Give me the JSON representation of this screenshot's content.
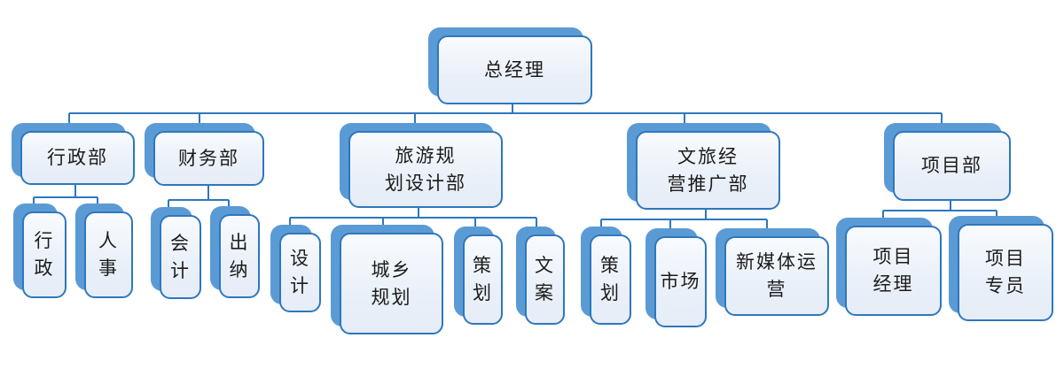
{
  "colors": {
    "shadow_blue": "#5b9bd5",
    "border_blue": "#2e77be",
    "connector_blue": "#2e77be",
    "box_fill_light": "#eaf0f9",
    "text": "#1c1c1c",
    "background": "#ffffff"
  },
  "org": {
    "root": {
      "name": "总经理",
      "lines": [
        "总经理"
      ]
    },
    "departments": [
      {
        "name": "行政部",
        "lines": [
          "行政部"
        ],
        "children": [
          {
            "name": "行政",
            "lines": [
              "行",
              "政"
            ]
          },
          {
            "name": "人事",
            "lines": [
              "人",
              "事"
            ]
          }
        ]
      },
      {
        "name": "财务部",
        "lines": [
          "财务部"
        ],
        "children": [
          {
            "name": "会计",
            "lines": [
              "会",
              "计"
            ]
          },
          {
            "name": "出纳",
            "lines": [
              "出",
              "纳"
            ]
          }
        ]
      },
      {
        "name": "旅游规划设计部",
        "lines": [
          "旅游规",
          "划设计部"
        ],
        "children": [
          {
            "name": "设计",
            "lines": [
              "设",
              "计"
            ]
          },
          {
            "name": "城乡规划",
            "lines": [
              "城乡",
              "规划"
            ]
          },
          {
            "name": "策划",
            "lines": [
              "策",
              "划"
            ]
          },
          {
            "name": "文案",
            "lines": [
              "文",
              "案"
            ]
          }
        ]
      },
      {
        "name": "文旅经营推广部",
        "lines": [
          "文旅经",
          "营推广部"
        ],
        "children": [
          {
            "name": "策划",
            "lines": [
              "策",
              "划"
            ]
          },
          {
            "name": "市场",
            "lines": [
              "市场"
            ]
          },
          {
            "name": "新媒体运营",
            "lines": [
              "新媒体运",
              "营"
            ]
          }
        ]
      },
      {
        "name": "项目部",
        "lines": [
          "项目部"
        ],
        "children": [
          {
            "name": "项目经理",
            "lines": [
              "项目",
              "经理"
            ]
          },
          {
            "name": "项目专员",
            "lines": [
              "项目",
              "专员"
            ]
          }
        ]
      }
    ]
  }
}
